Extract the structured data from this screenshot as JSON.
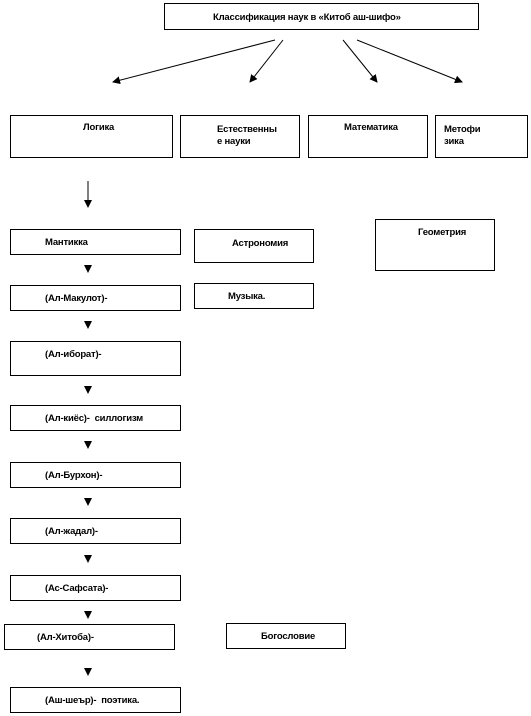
{
  "title": "Классификация наук в «Китоб аш-шифо»",
  "categories": {
    "logic": "Логика",
    "natural": "Естественны\nе науки",
    "math": "Математика",
    "metaphysics": "Метофи\nзика"
  },
  "logic_chain": [
    "Мантикка",
    "(Ал-Макулот)-",
    "(Ал-иборат)-",
    "(Ал-киёс)-  силлогизм",
    "(Ал-Бурхон)-",
    "(Ал-жадал)-",
    "(Ас-Сафсата)-",
    "(Ал-Хитоба)-",
    "(Аш-шеър)-  поэтика."
  ],
  "other_sciences": {
    "astronomy": "Астрономия",
    "music": "Музыка.",
    "geometry": "Геометрия",
    "theology": "Богословие"
  }
}
